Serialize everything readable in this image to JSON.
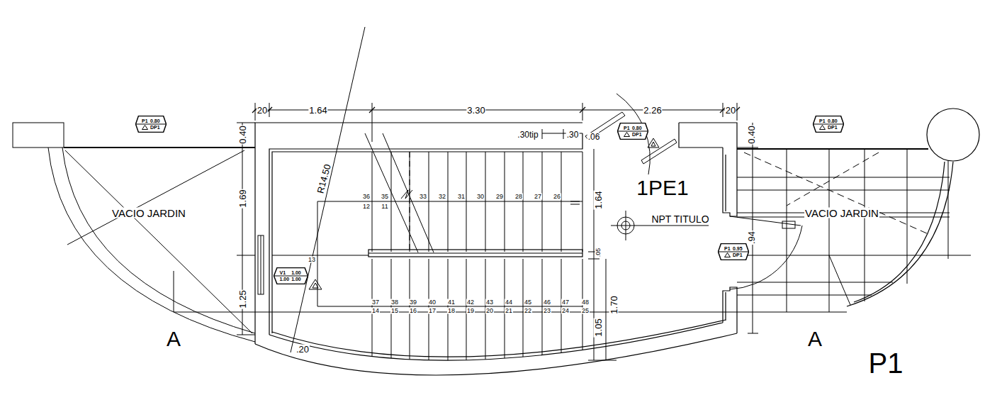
{
  "diagram": {
    "nodes": [
      {
        "text": [
          "P1",
          "0.80",
          "DP1"
        ]
      },
      {
        "text": [
          "P1",
          "0.80",
          "DP1"
        ]
      },
      {
        "text": [
          "P1",
          "0.80",
          "DP1"
        ]
      },
      {
        "text": [
          "P1",
          "0.95",
          "DP1"
        ]
      },
      {
        "text": [
          "V1",
          "1.00",
          "1.00",
          "1.00"
        ]
      }
    ],
    "labels": [
      "20",
      "1.64",
      "3.30",
      "2.26",
      "20",
      "0.40",
      ".30tip",
      ".30",
      ".06",
      "0.40",
      "R14.50",
      "36",
      "35",
      "33",
      "32",
      "31",
      "30",
      "29",
      "28",
      "27",
      "26",
      "12",
      "11",
      "1.64",
      "1PE1",
      "1.69",
      "VACIO JARDIN",
      "NPT TITULO",
      "VACIO JARDIN",
      ".05",
      ".94",
      "13",
      "1.25",
      "37",
      "38",
      "39",
      "40",
      "41",
      "42",
      "43",
      "44",
      "45",
      "46",
      "47",
      "48",
      "14",
      "15",
      "16",
      "17",
      "18",
      "19",
      "20",
      "21",
      "22",
      "23",
      "24",
      "25",
      "1.05",
      "1.70",
      "A",
      "A",
      ".20",
      "P1"
    ]
  }
}
